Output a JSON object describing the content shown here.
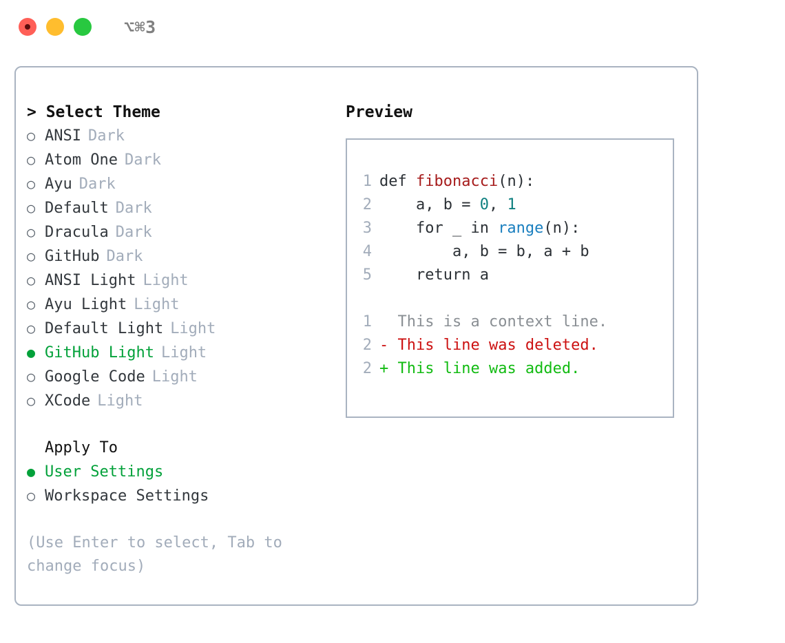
{
  "titlebar": {
    "shortcut": "⌥⌘3",
    "lights": [
      {
        "name": "close",
        "color": "#ff5f57"
      },
      {
        "name": "minimize",
        "color": "#ffbd2e"
      },
      {
        "name": "maximize",
        "color": "#28c840"
      }
    ]
  },
  "theme_list": {
    "title": "> Select Theme",
    "items": [
      {
        "bullet": "○",
        "label": "ANSI",
        "tag": "Dark",
        "selected": false
      },
      {
        "bullet": "○",
        "label": "Atom One",
        "tag": "Dark",
        "selected": false
      },
      {
        "bullet": "○",
        "label": "Ayu",
        "tag": "Dark",
        "selected": false
      },
      {
        "bullet": "○",
        "label": "Default",
        "tag": "Dark",
        "selected": false
      },
      {
        "bullet": "○",
        "label": "Dracula",
        "tag": "Dark",
        "selected": false
      },
      {
        "bullet": "○",
        "label": "GitHub",
        "tag": "Dark",
        "selected": false
      },
      {
        "bullet": "○",
        "label": "ANSI Light",
        "tag": "Light",
        "selected": false
      },
      {
        "bullet": "○",
        "label": "Ayu Light",
        "tag": "Light",
        "selected": false
      },
      {
        "bullet": "○",
        "label": "Default Light",
        "tag": "Light",
        "selected": false
      },
      {
        "bullet": "●",
        "label": "GitHub Light",
        "tag": "Light",
        "selected": true
      },
      {
        "bullet": "○",
        "label": "Google Code",
        "tag": "Light",
        "selected": false
      },
      {
        "bullet": "○",
        "label": "XCode",
        "tag": "Light",
        "selected": false
      }
    ]
  },
  "apply_to": {
    "title": "Apply To",
    "items": [
      {
        "bullet": "●",
        "label": "User Settings",
        "selected": true
      },
      {
        "bullet": "○",
        "label": "Workspace Settings",
        "selected": false
      }
    ]
  },
  "hint": "(Use Enter to select, Tab to change focus)",
  "preview": {
    "title": "Preview",
    "code_lines": [
      {
        "no": "1",
        "segments": [
          {
            "text": "def ",
            "style": "plain"
          },
          {
            "text": "fibonacci",
            "style": "fn"
          },
          {
            "text": "(n):",
            "style": "plain"
          }
        ]
      },
      {
        "no": "2",
        "segments": [
          {
            "text": "    a, b = ",
            "style": "plain"
          },
          {
            "text": "0",
            "style": "num"
          },
          {
            "text": ", ",
            "style": "plain"
          },
          {
            "text": "1",
            "style": "num"
          }
        ]
      },
      {
        "no": "3",
        "segments": [
          {
            "text": "    for _ in ",
            "style": "plain"
          },
          {
            "text": "range",
            "style": "call"
          },
          {
            "text": "(n):",
            "style": "plain"
          }
        ]
      },
      {
        "no": "4",
        "segments": [
          {
            "text": "        a, b = b, a + b",
            "style": "plain"
          }
        ]
      },
      {
        "no": "5",
        "segments": [
          {
            "text": "    return a",
            "style": "plain"
          }
        ]
      }
    ],
    "diff_lines": [
      {
        "no": "1",
        "marker": "  ",
        "text": "This is a context line.",
        "kind": "ctx"
      },
      {
        "no": "2",
        "marker": "- ",
        "text": "This line was deleted.",
        "kind": "del"
      },
      {
        "no": "2",
        "marker": "+ ",
        "text": "This line was added.",
        "kind": "add"
      }
    ]
  },
  "colors": {
    "accent_green": "#03a13a",
    "border": "#a9b3c1",
    "muted": "#a2acba",
    "diff_add": "#12bb12",
    "diff_del": "#cc1111",
    "syntax_fn": "#a61c1c",
    "syntax_num": "#0e7f7f",
    "syntax_call": "#1a7fbf"
  }
}
